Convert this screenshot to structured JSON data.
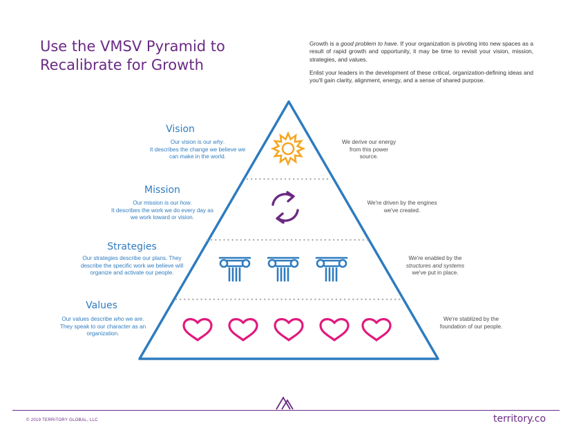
{
  "title": {
    "line1": "Use the VMSV Pyramid to",
    "line2": "Recalibrate for Growth"
  },
  "intro": {
    "p1_a": "Growth is a ",
    "p1_em": "good problem to have",
    "p1_b": ". If your organization is pivoting into new spaces as a result of rapid growth and opportunity, it may be time to revisit your vision, mission, strategies, and values.",
    "p2": "Enlist your leaders in the development of these critical, organization-defining ideas and you'll gain clarity, alignment, energy, and a sense of shared purpose."
  },
  "levels": {
    "vision": {
      "heading": "Vision",
      "desc_a": "Our vision is our ",
      "desc_em": "why",
      "desc_b": ".",
      "desc_c": "It describes the change we believe we can make in the world.",
      "right": "We derive our energy from this power source."
    },
    "mission": {
      "heading": "Mission",
      "desc_a": "Our mission is our ",
      "desc_em": "how",
      "desc_b": ".",
      "desc_c": "It describes the work we do every day as we work toward or vision.",
      "right": "We're driven by the engines we've created."
    },
    "strategies": {
      "heading": "Strategies",
      "desc": "Our strategies describe our plans. They describe the specific work we believe will organize and activate our people.",
      "right_a": "We're enabled by the ",
      "right_em": "structures and systems",
      "right_b": " we've put in place."
    },
    "values": {
      "heading": "Values",
      "desc_a": "Our values describe ",
      "desc_em": "who",
      "desc_b": " we are.",
      "desc_c": "They speak to our character as an organization.",
      "right": "We're stablized by the foundation of our people."
    }
  },
  "icons": {
    "vision": "sun-icon",
    "mission": "cycle-arrows-icon",
    "strategies": "column-capital-icon",
    "values": "heart-icon"
  },
  "colors": {
    "purple": "#6a2a83",
    "blue": "#2e7bbf",
    "sun": "#f5a623",
    "heart": "#e0197d",
    "dots": "#b0b0b0"
  },
  "footer": {
    "copyright": "© 2019 TERRITORY GLOBAL, LLC",
    "brand": "territory.co"
  }
}
